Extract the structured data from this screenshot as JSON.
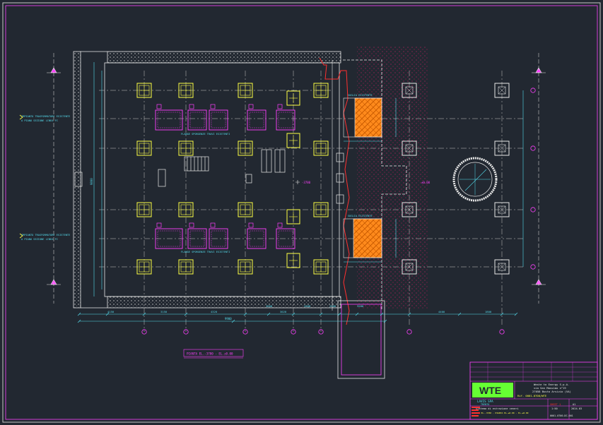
{
  "colors": {
    "background": "#222831",
    "border": "#c8c8c8",
    "magenta": "#ff40ff",
    "cyan": "#55ddee",
    "yellow": "#ffff44",
    "white": "#e8e8e8",
    "red": "#ff3030",
    "orange": "#ff8a1c",
    "green": "#66ff33",
    "hatch": "#c02060"
  },
  "labels": {
    "plan_title": "PIANTA EL.-3780 - EL.±0.00",
    "left_note_top_1": "IMPIANTO TRASFORMATORE ESISTENTE",
    "left_note_top_2": "A PIANO SEZIONE LINEA FC",
    "left_note_bottom_1": "IMPIANTO TRASFORMATORE ESISTENTE",
    "left_note_bottom_2": "A PIANO SEZIONE LINEA FC",
    "flange_note_top": "FLANGE SPORGENZE TRAVI ESISTENTI",
    "flange_note_bottom": "FLANGE SPORGENZE TRAVI ESISTENTI",
    "orange_note_top": "SOGLIA ESISTENTE",
    "orange_note_bottom": "SOGLIA ESISTENTE",
    "elev_center": "-3780",
    "elev_right": "±0.00"
  },
  "dims": {
    "overall": "9900",
    "seg1": "4150",
    "seg2": "3150",
    "seg3": "4320",
    "seg4": "3000",
    "seg5": "3020",
    "seg6": "2000",
    "seg7": "2200",
    "seg8": "3500",
    "seg9": "4400",
    "seg10": "1800",
    "vert_overall": "9800"
  },
  "title_block": {
    "logo": "WTE",
    "company_line1": "Waste to Energy S.p.A.",
    "company_line2": "via San Massimo n°19",
    "company_line3": "27058 Busto Arsizio (VA)",
    "ref": "Rif. 0001-0700/WTE",
    "client_line1": "LAVIS SPA",
    "client_line2": "TRENTO",
    "desc_line1": "Sistema di estrazione ceneri",
    "desc_line2": "PIANTA EL.-3780 - PIANTA EL.±0.00 - EL.±0.00",
    "sheet": "SHEET 1",
    "date": "2024.03",
    "scale": "1:50",
    "rev": "A1",
    "code": "0001-0700-DC-001"
  }
}
